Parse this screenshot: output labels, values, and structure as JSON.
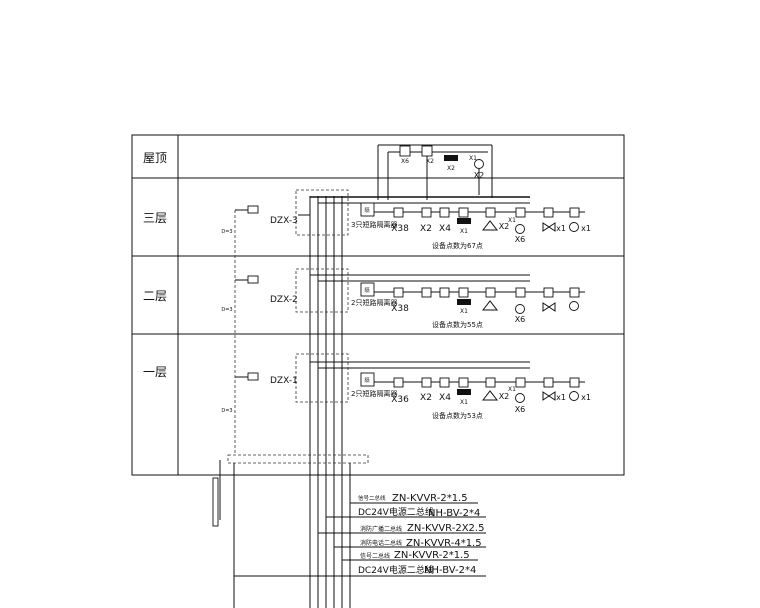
{
  "floors": [
    {
      "key": "roof",
      "label": "屋顶"
    },
    {
      "key": "f3",
      "label": "三层"
    },
    {
      "key": "f2",
      "label": "二层"
    },
    {
      "key": "f1",
      "label": "一层"
    }
  ],
  "roof_devices": {
    "m1": "X6",
    "m2": "X2",
    "m3": "X1",
    "m4": "X2",
    "m5": "X2"
  },
  "panels": [
    {
      "key": "f3",
      "name": "DZX-3",
      "isolator_label": "3只短路隔离器",
      "m_first": "X38",
      "m_a": "X2",
      "m_b": "X4",
      "m_c": "X1",
      "m_d": "X2",
      "m_e": "X1",
      "m_f": "X6",
      "m_g": "x1",
      "m_h": "x1",
      "total": "设备点数为67点",
      "riser": "D=3"
    },
    {
      "key": "f2",
      "name": "DZX-2",
      "isolator_label": "2只短路隔离器",
      "m_first": "X38",
      "m_a": "X1",
      "m_b": "X6",
      "total": "设备点数为55点",
      "riser": "D=3"
    },
    {
      "key": "f1",
      "name": "DZX-1",
      "isolator_label": "2只短路隔离器",
      "m_first": "X36",
      "m_a": "X2",
      "m_b": "X4",
      "m_c": "X1",
      "m_d": "X2",
      "m_e": "X1",
      "m_f": "X6",
      "m_g": "x1",
      "m_h": "x1",
      "total": "设备点数为53点",
      "riser": "D=3"
    }
  ],
  "cable_legend": [
    {
      "type": "信号二总线",
      "spec": "ZN-KVVR-2*1.5"
    },
    {
      "type": "DC24V电源二总线",
      "spec": "NH-BV-2*4"
    },
    {
      "type": "消防广播二总线",
      "spec": "ZN-KVVR-2X2.5"
    },
    {
      "type": "消防电话二总线",
      "spec": "ZN-KVVR-4*1.5"
    },
    {
      "type": "信号二总线",
      "spec": "ZN-KVVR-2*1.5"
    },
    {
      "type": "DC24V电源二总线",
      "spec": "NH-BV-2*4"
    }
  ]
}
